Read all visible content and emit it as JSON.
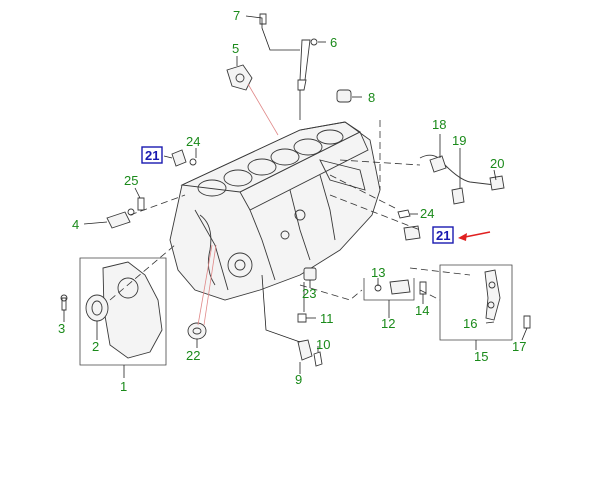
{
  "colors": {
    "callout_green": "#1a8a1a",
    "callout_blue": "#1a1ab0",
    "arrow_red": "#e02020",
    "leader_pink": "#e08888"
  },
  "callouts": {
    "c1": "1",
    "c2": "2",
    "c3": "3",
    "c4": "4",
    "c5": "5",
    "c6": "6",
    "c7": "7",
    "c8": "8",
    "c9": "9",
    "c10": "10",
    "c11": "11",
    "c12": "12",
    "c13": "13",
    "c14": "14",
    "c15": "15",
    "c16": "16",
    "c17": "17",
    "c18": "18",
    "c19": "19",
    "c20": "20",
    "c21a": "21",
    "c21b": "21",
    "c22": "22",
    "c23": "23",
    "c24a": "24",
    "c24b": "24",
    "c25": "25"
  }
}
